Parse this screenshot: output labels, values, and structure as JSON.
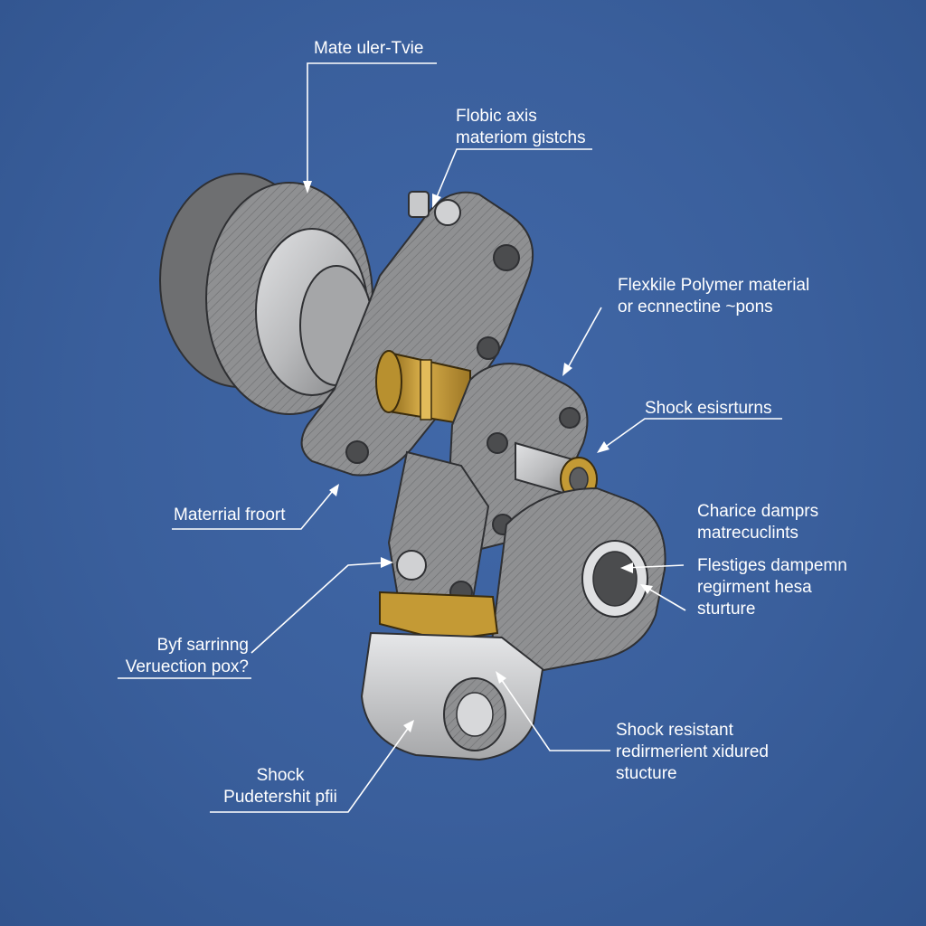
{
  "labels": {
    "material_type": "Mate uler-Tvie",
    "flobic_axis": [
      "Flobic axis",
      "materiom gistchs"
    ],
    "flexible_polymer": [
      "Flexkile Polymer material",
      "or ecnnectine ~pons"
    ],
    "shock_eisrturns": "Shock esisrturns",
    "charice_dampers": [
      "Charice damprs",
      "matrecuclints"
    ],
    "flestiges": [
      "Flestiges dampemn",
      "regirment hesa",
      "sturture"
    ],
    "material_froort": "Materrial froort",
    "byf_sarrinng": [
      "Byf sarrinng",
      "Veruection pox?"
    ],
    "shock_resistant": [
      "Shock  resistant",
      "redirmerient xidured",
      "stucture"
    ],
    "shock_pudetershit": [
      "Shock",
      "Pudetershit pfii"
    ]
  },
  "colors": {
    "background": "#3a5f9c",
    "metal": "#8f9092",
    "metal_light": "#c9cacc",
    "metal_dark": "#5d5e60",
    "brass": "#c49a35",
    "line": "#ffffff"
  }
}
